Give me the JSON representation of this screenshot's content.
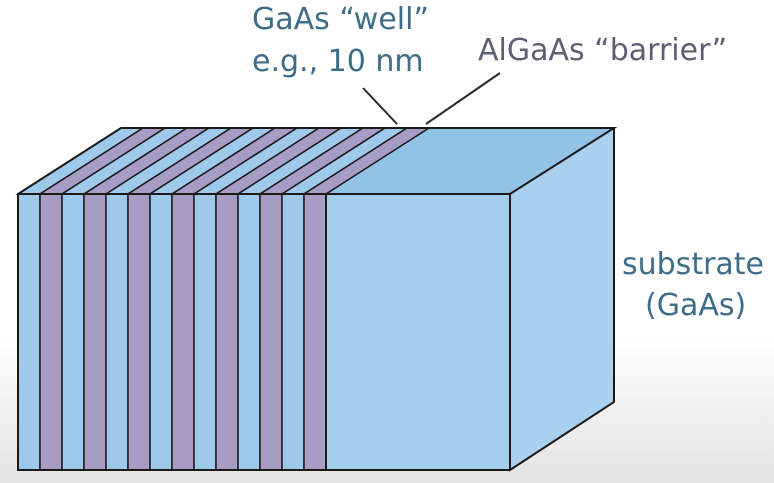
{
  "labels": {
    "well_line1": "GaAs “well”",
    "well_line2": "e.g., 10 nm",
    "barrier": "AlGaAs “barrier”",
    "substrate_line1": "substrate",
    "substrate_line2": "(GaAs)"
  },
  "layers": {
    "well_count": 7,
    "barrier_count": 7
  },
  "colors": {
    "well_fill": "#9fc9ea",
    "barrier_fill": "#a79cc4",
    "substrate_front": "#a4cdec",
    "substrate_top": "#92c2e6",
    "substrate_side": "#a9d0ee",
    "outline": "#1a1a1a",
    "text": "#3e6d8a",
    "text_barrier": "#5e5f74",
    "leader_line": "#2a2a2a"
  }
}
